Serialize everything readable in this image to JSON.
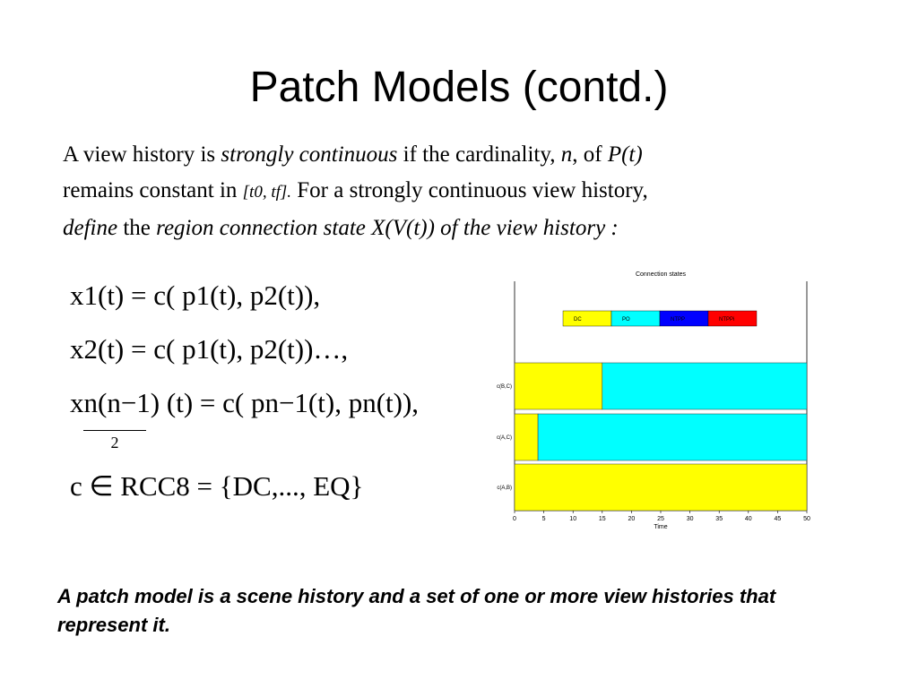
{
  "slide": {
    "title": "Patch Models (contd.)",
    "para": {
      "s1": "A view history is ",
      "strong": "strongly continuous",
      "s2": " if the cardinality, ",
      "n": "n",
      "s3": ",  of ",
      "pt": "P(t)",
      "s4": "remains constant in ",
      "interval": "[t0, tf].",
      "s5": " For a strongly continuous view history,",
      "define": "define",
      "the": " the ",
      "region": "region connection state X(V(t)) of the view history :"
    },
    "equations": {
      "eq1": "x1(t) = c( p1(t), p2(t)),",
      "eq2": "x2(t) = c( p1(t), p2(t))…,",
      "eq3": "xn(n−1) (t) = c( pn−1(t), pn(t)),",
      "eq3_denominator": "2",
      "eq4": "c ∈ RCC8 = {DC,..., EQ}"
    },
    "footer": "A patch model is a scene history and a set of one or more view histories that represent it."
  },
  "chart_data": {
    "type": "bar",
    "orientation": "horizontal-stacked",
    "title": "Connection states",
    "xlabel": "Time",
    "ylabel": "",
    "xlim": [
      0,
      50
    ],
    "xticks": [
      0,
      5,
      10,
      15,
      20,
      25,
      30,
      35,
      40,
      45,
      50
    ],
    "categories": [
      "c(B,C)",
      "c(A,C)",
      "c(A,B)"
    ],
    "legend": [
      {
        "name": "DC",
        "color": "#ffff00"
      },
      {
        "name": "PO",
        "color": "#00ffff"
      },
      {
        "name": "NTPP",
        "color": "#0000ff"
      },
      {
        "name": "NTPPi",
        "color": "#ff0000"
      }
    ],
    "legend_position": "top",
    "rows": [
      {
        "label": "c(B,C)",
        "segments": [
          {
            "state": "DC",
            "start": 0,
            "end": 15
          },
          {
            "state": "PO",
            "start": 15,
            "end": 50
          }
        ]
      },
      {
        "label": "c(A,C)",
        "segments": [
          {
            "state": "DC",
            "start": 0,
            "end": 4
          },
          {
            "state": "PO",
            "start": 4,
            "end": 50
          }
        ]
      },
      {
        "label": "c(A,B)",
        "segments": [
          {
            "state": "DC",
            "start": 0,
            "end": 50
          }
        ]
      }
    ]
  }
}
